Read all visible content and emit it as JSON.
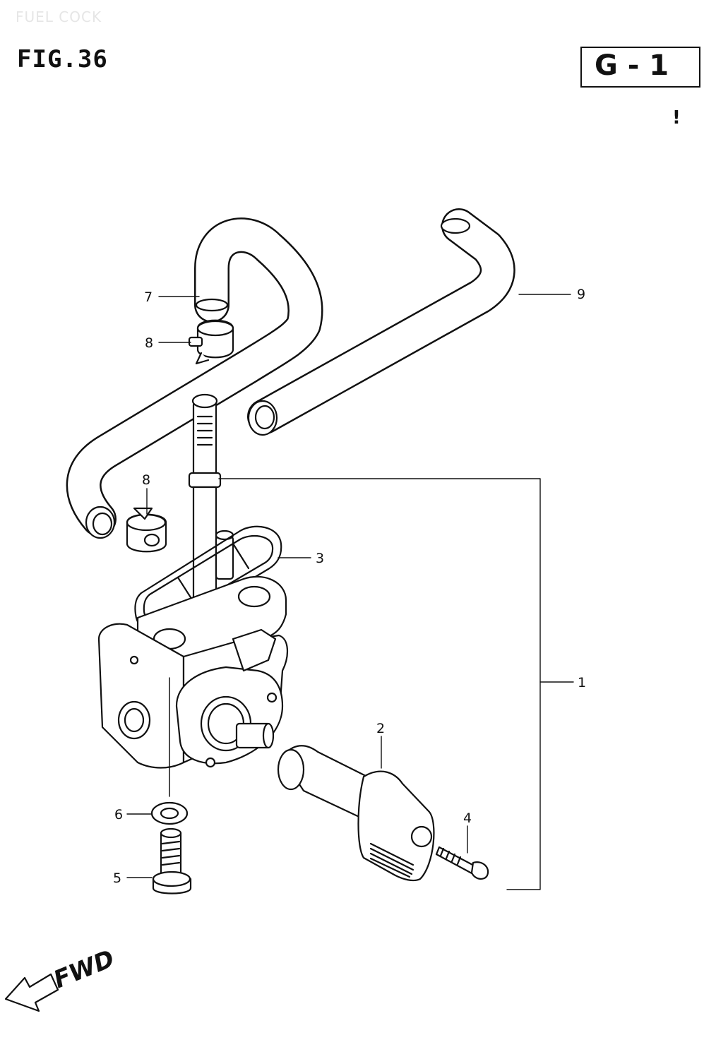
{
  "page": {
    "title": "FUEL COCK",
    "figure": "FIG.36",
    "section_code": "G - 1",
    "edge_mark": "!"
  },
  "callouts": {
    "c1": "1",
    "c2": "2",
    "c3": "3",
    "c4": "4",
    "c5": "5",
    "c6": "6",
    "c7": "7",
    "c8a": "8",
    "c8b": "8",
    "c9": "9"
  },
  "direction": {
    "label": "FWD"
  }
}
